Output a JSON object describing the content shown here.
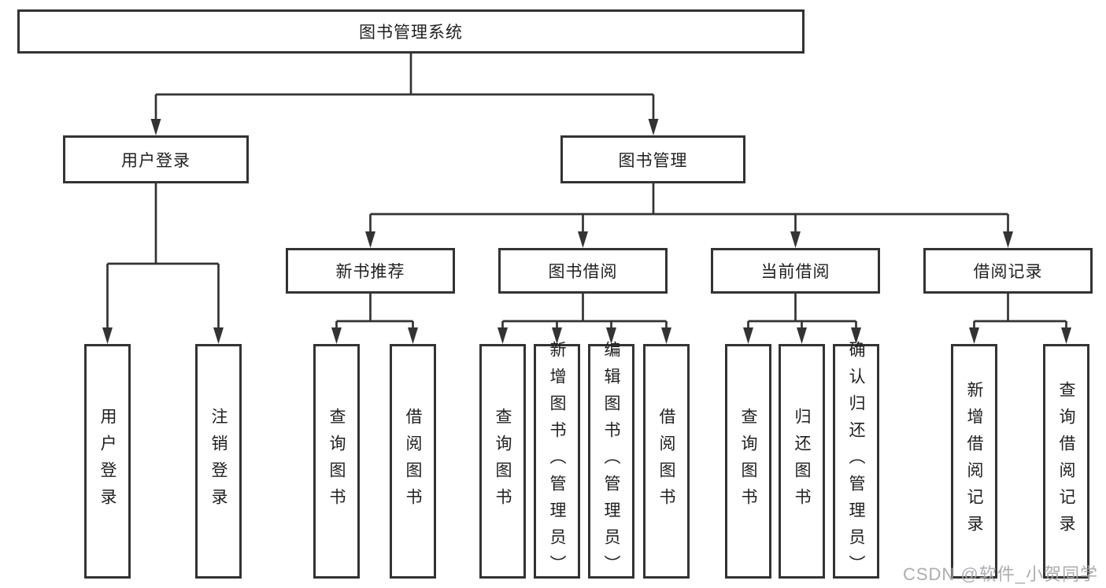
{
  "diagram": {
    "title": "图书管理系统",
    "watermark": "CSDN @软件_小贺同学",
    "colors": {
      "line": "#333333",
      "text": "#1f1f1f",
      "box_background": "#ffffff",
      "watermark": "#a6a6ab"
    },
    "tree": {
      "label": "图书管理系统",
      "children": [
        {
          "label": "用户登录",
          "children": [
            {
              "label": "用户登录"
            },
            {
              "label": "注销登录"
            }
          ]
        },
        {
          "label": "图书管理",
          "children": [
            {
              "label": "新书推荐",
              "children": [
                {
                  "label": "查询图书"
                },
                {
                  "label": "借阅图书"
                }
              ]
            },
            {
              "label": "图书借阅",
              "children": [
                {
                  "label": "查询图书"
                },
                {
                  "label": "新增图书（管理员）"
                },
                {
                  "label": "编辑图书（管理员）"
                },
                {
                  "label": "借阅图书"
                }
              ]
            },
            {
              "label": "当前借阅",
              "children": [
                {
                  "label": "查询图书"
                },
                {
                  "label": "归还图书"
                },
                {
                  "label": "确认归还（管理员）"
                }
              ]
            },
            {
              "label": "借阅记录",
              "children": [
                {
                  "label": "新增借阅记录"
                },
                {
                  "label": "查询借阅记录"
                }
              ]
            }
          ]
        }
      ]
    }
  }
}
